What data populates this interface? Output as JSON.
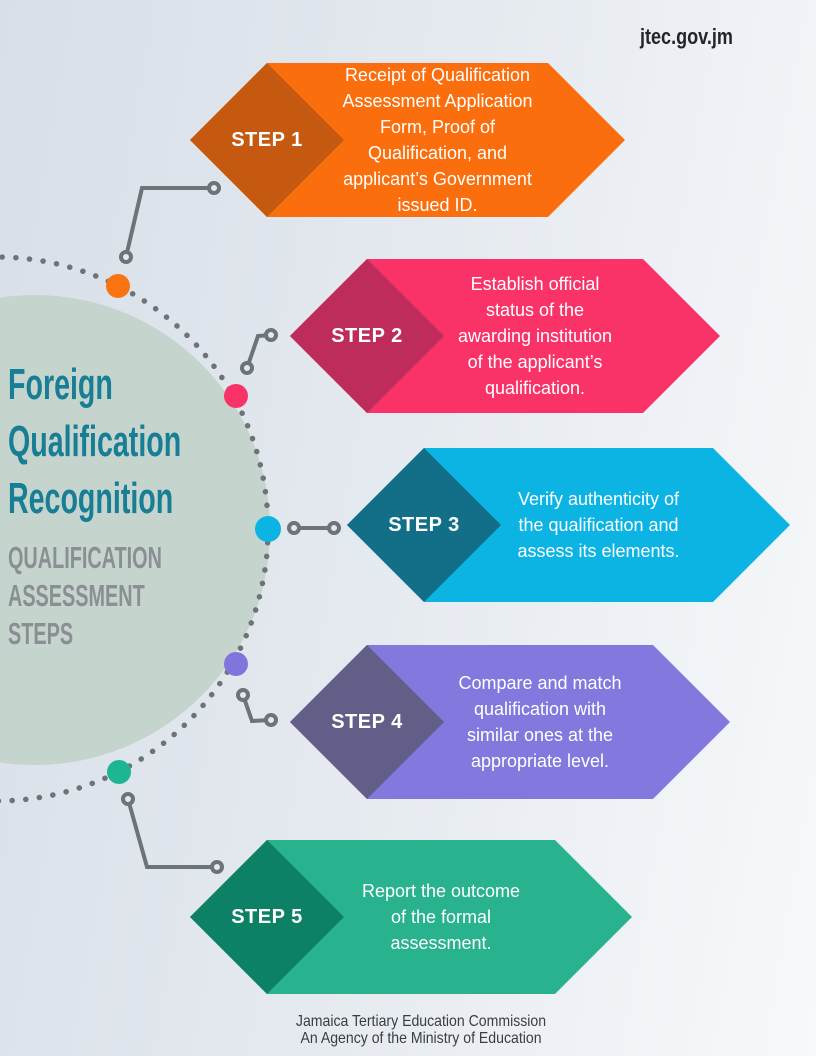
{
  "site": "jtec.gov.jm",
  "title": {
    "lines": [
      "Foreign",
      "Qualification",
      "Recognition"
    ],
    "subtitle_lines": [
      "QUALIFICATION",
      "ASSESSMENT",
      "STEPS"
    ]
  },
  "steps": [
    {
      "label": "STEP 1",
      "description": "Receipt of Qualification\nAssessment Application\nForm, Proof of\nQualification, and\napplicant’s Government\nissued ID.",
      "colors": {
        "banner": "#fa6e0e",
        "diamond": "#c5590f",
        "dot": "#f97410"
      }
    },
    {
      "label": "STEP 2",
      "description": "Establish official\nstatus of the\nawarding institution\nof the applicant’s\nqualification.",
      "colors": {
        "banner": "#f93368",
        "diamond": "#be2c5b",
        "dot": "#f93368"
      }
    },
    {
      "label": "STEP 3",
      "description": "Verify authenticity of\nthe qualification and\nassess its elements.",
      "colors": {
        "banner": "#0cb4e4",
        "diamond": "#136f88",
        "dot": "#0cb4e4"
      }
    },
    {
      "label": "STEP 4",
      "description": "Compare and match\nqualification with\nsimilar ones at the\nappropriate level.",
      "colors": {
        "banner": "#8278dd",
        "diamond": "#625e88",
        "dot": "#7f75dc"
      }
    },
    {
      "label": "STEP 5",
      "description": "Report the outcome\nof the formal\nassessment.",
      "colors": {
        "banner": "#28b28d",
        "diamond": "#0c8166",
        "dot": "#1db592"
      }
    }
  ],
  "footer": {
    "line1": "Jamaica Tertiary Education Commission",
    "line2": "An Agency of the Ministry of Education"
  },
  "colors": {
    "title": "#187e95",
    "subtitle": "#8a8f94",
    "connector": "#6c7478",
    "circle": "#c5d4cc",
    "footer_text": "#3a3d42",
    "site_text": "#22252a",
    "bg_start": "#d8dfe8",
    "bg_end": "#f7f9fb"
  }
}
